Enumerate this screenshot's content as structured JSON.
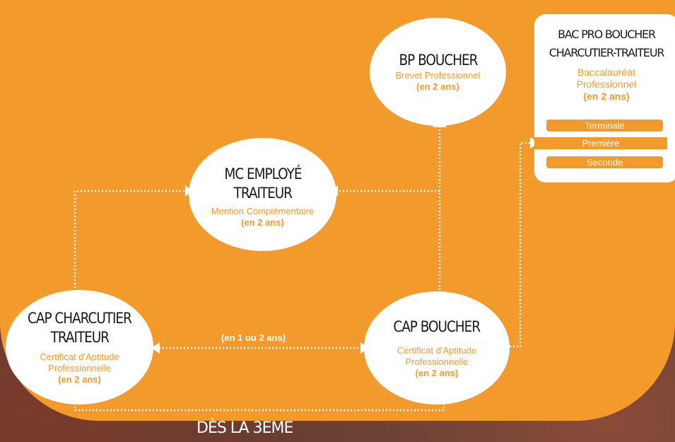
{
  "nodes": {
    "bp_boucher": {
      "name": "BP BOUCHER",
      "sub": "Brevet Professionnel",
      "dur": "(en 2 ans)"
    },
    "mc_employe": {
      "name_line1": "MC EMPLOYÉ",
      "name_line2": "TRAITEUR",
      "sub": "Mention Complémentaire",
      "dur": "(en 2 ans)"
    },
    "cap_charcutier": {
      "name_line1": "CAP CHARCUTIER",
      "name_line2": "TRAITEUR",
      "sub_line1": "Certificat d'Aptitude",
      "sub_line2": "Professionnelle",
      "dur": "(en 2 ans)"
    },
    "cap_boucher": {
      "name": "CAP BOUCHER",
      "sub_line1": "Certificat d'Aptitude",
      "sub_line2": "Professionnelle",
      "dur": "(en 2 ans)"
    },
    "bac_pro": {
      "name_line1": "BAC PRO BOUCHER",
      "name_line2": "CHARCUTIER-TRAITEUR",
      "sub_line1": "Baccalauréat",
      "sub_line2": "Professionnel",
      "dur": "(en 2 ans)",
      "levels": [
        "Terminale",
        "Première",
        "Seconde"
      ]
    }
  },
  "links": {
    "cap_to_cap_label": "(en 1 ou 2 ans)"
  },
  "footer": {
    "title": "DÈS LA 3EME"
  },
  "colors": {
    "orange": "#f39a2d",
    "white": "#ffffff",
    "text_dark": "#1a1a1a"
  }
}
